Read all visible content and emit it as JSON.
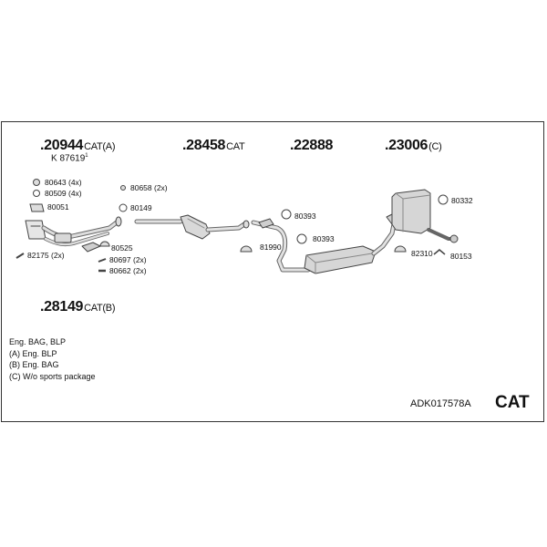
{
  "kit_parts": [
    {
      "number": ".20944",
      "suffix": "CAT(A)"
    },
    {
      "number": ".28458",
      "suffix": "CAT"
    },
    {
      "number": ".22888",
      "suffix": ""
    },
    {
      "number": ".23006",
      "suffix": "(C)"
    },
    {
      "number": ".28149",
      "suffix": "CAT(B)"
    }
  ],
  "kit_marker": "K 87619",
  "kit_marker_superscript": "1",
  "parts": [
    {
      "label": "80643 (4x)"
    },
    {
      "label": "80509 (4x)"
    },
    {
      "label": "80051"
    },
    {
      "label": "80658 (2x)"
    },
    {
      "label": "80149"
    },
    {
      "label": "82175 (2x)"
    },
    {
      "label": "80525"
    },
    {
      "label": "80697 (2x)"
    },
    {
      "label": "80662 (2x)"
    },
    {
      "label": "80393"
    },
    {
      "label": "81990"
    },
    {
      "label": "80393"
    },
    {
      "label": "80332"
    },
    {
      "label": "82310"
    },
    {
      "label": "80153"
    }
  ],
  "notes": [
    "Eng. BAG, BLP",
    "(A) Eng. BLP",
    "(B) Eng. BAG",
    "(C) W/o sports package"
  ],
  "kit_code": "ADK017578A",
  "type_label": "CAT"
}
